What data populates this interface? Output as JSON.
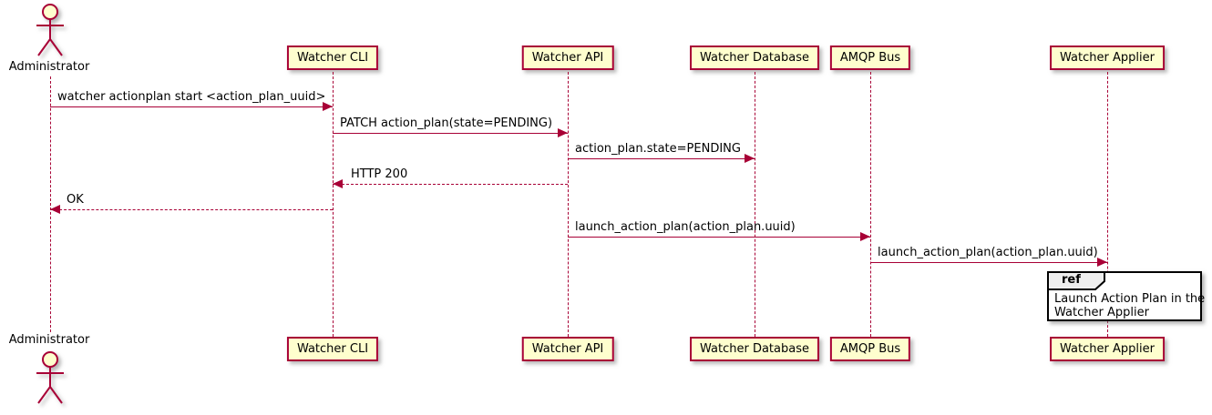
{
  "diagram": {
    "type": "sequence",
    "participants": [
      {
        "name": "Administrator",
        "kind": "actor"
      },
      {
        "name": "Watcher CLI",
        "kind": "participant"
      },
      {
        "name": "Watcher API",
        "kind": "participant"
      },
      {
        "name": "Watcher Database",
        "kind": "participant"
      },
      {
        "name": "AMQP Bus",
        "kind": "participant"
      },
      {
        "name": "Watcher Applier",
        "kind": "participant"
      }
    ],
    "messages": [
      {
        "from": "Administrator",
        "to": "Watcher CLI",
        "label": "watcher actionplan start <action_plan_uuid>",
        "line": "solid"
      },
      {
        "from": "Watcher CLI",
        "to": "Watcher API",
        "label": "PATCH action_plan(state=PENDING)",
        "line": "solid"
      },
      {
        "from": "Watcher API",
        "to": "Watcher Database",
        "label": "action_plan.state=PENDING",
        "line": "solid"
      },
      {
        "from": "Watcher API",
        "to": "Watcher CLI",
        "label": "HTTP 200",
        "line": "dashed"
      },
      {
        "from": "Watcher CLI",
        "to": "Administrator",
        "label": "OK",
        "line": "dashed"
      },
      {
        "from": "Watcher API",
        "to": "AMQP Bus",
        "label": "launch_action_plan(action_plan.uuid)",
        "line": "solid"
      },
      {
        "from": "AMQP Bus",
        "to": "Watcher Applier",
        "label": "launch_action_plan(action_plan.uuid)",
        "line": "solid"
      }
    ],
    "ref_fragment": {
      "keyword": "ref",
      "over": "Watcher Applier",
      "lines": [
        "Launch Action Plan in the",
        "Watcher Applier"
      ]
    },
    "colors": {
      "stroke": "#A80036",
      "participant_fill": "#FEFECE",
      "text": "#000000",
      "ref_border": "#000000",
      "ref_header_fill": "#EEEEEE",
      "background": "#FFFFFF"
    }
  }
}
